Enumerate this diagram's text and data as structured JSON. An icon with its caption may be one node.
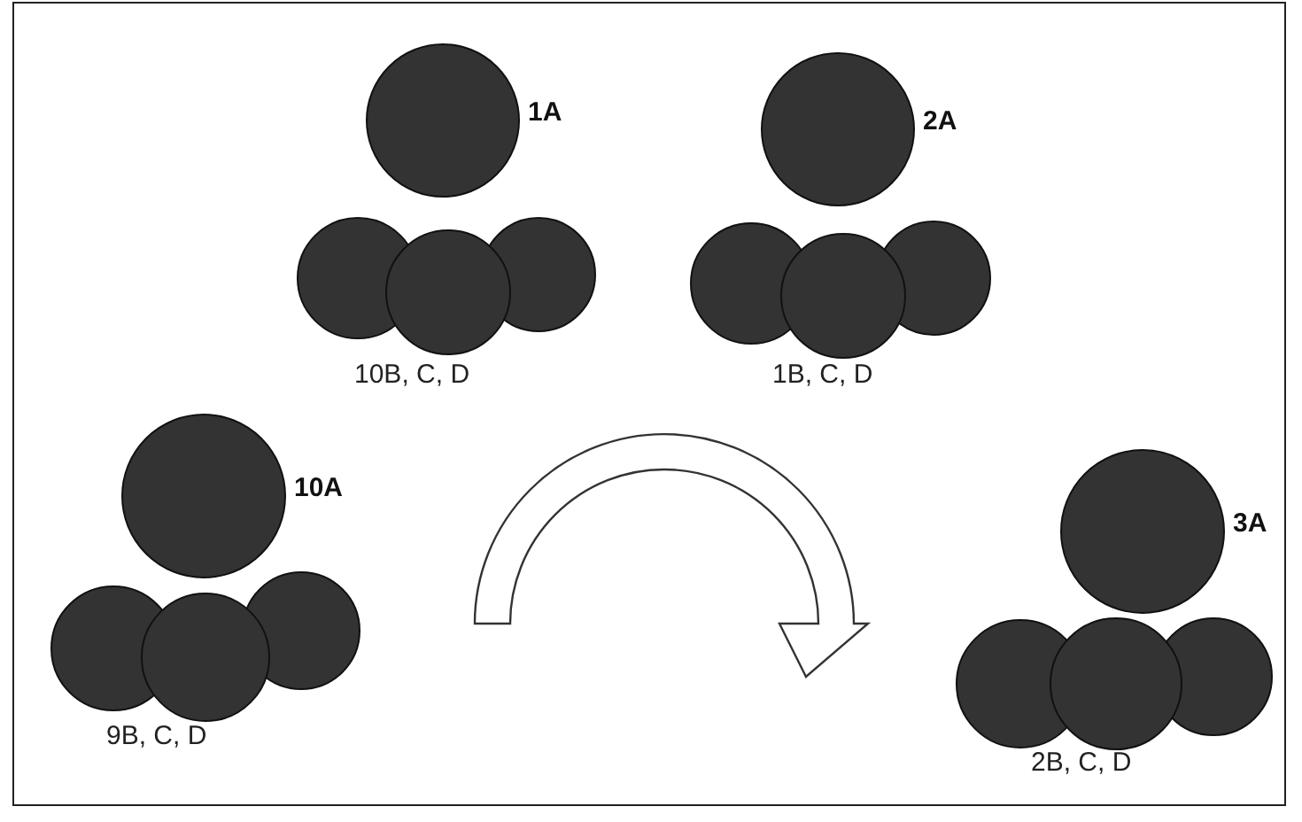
{
  "diagram": {
    "nodes": [
      {
        "text": [],
        "shape": "circle",
        "beside": [
          "1A"
        ]
      },
      {
        "text": [],
        "shape": "circle"
      },
      {
        "text": [],
        "shape": "circle"
      },
      {
        "text": [],
        "shape": "circle"
      },
      {
        "text": [],
        "shape": "circle",
        "beside": [
          "2A"
        ]
      },
      {
        "text": [],
        "shape": "circle"
      },
      {
        "text": [],
        "shape": "circle"
      },
      {
        "text": [],
        "shape": "circle"
      },
      {
        "text": [],
        "shape": "circle",
        "beside": [
          "10A"
        ]
      },
      {
        "text": [],
        "shape": "circle"
      },
      {
        "text": [],
        "shape": "circle"
      },
      {
        "text": [],
        "shape": "circle"
      },
      {
        "text": [],
        "shape": "circle",
        "beside": [
          "3A"
        ]
      },
      {
        "text": [],
        "shape": "circle"
      },
      {
        "text": [],
        "shape": "circle"
      },
      {
        "text": [],
        "shape": "circle"
      }
    ],
    "edges": [],
    "labels": [
      "10B, C, D",
      "1B, C, D",
      "9B, C, D",
      "2B, C, D"
    ]
  }
}
